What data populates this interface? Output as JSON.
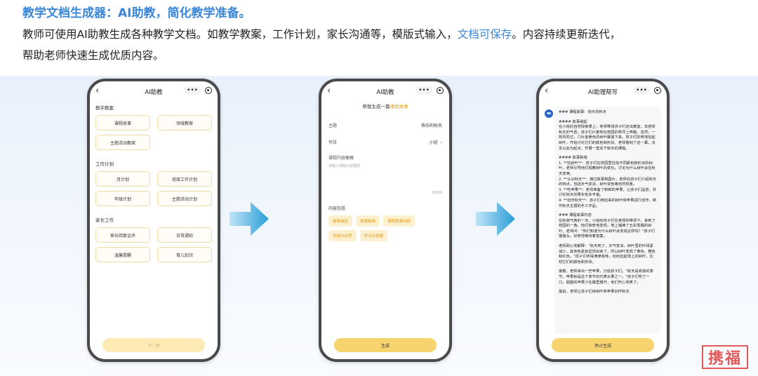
{
  "headline": "教学文档生成器：AI助教，简化教学准备。",
  "description": {
    "part1": "教师可使用AI助教生成各种教学文档。如教学教案，工作计划，家长沟通等，模版式输入，",
    "highlight": "文档可保存",
    "part2": "。内容持续更新迭代，",
    "line2": "帮助老师快速生成优质内容。"
  },
  "colors": {
    "accent_blue": "#3a86d8",
    "accent_orange": "#e39a17",
    "button_yellow": "#f8d46e"
  },
  "phone1": {
    "nav_title": "AI助教",
    "sections": [
      {
        "title": "教学教案",
        "items": [
          "课程故事",
          "领域教案",
          "主题活动教案"
        ]
      },
      {
        "title": "工作计划",
        "items": [
          "月计划",
          "班级工作计划",
          "年级计划",
          "主题活动计划"
        ]
      },
      {
        "title": "家长工作",
        "items": [
          "家长回复话术",
          "日常通知",
          "温馨提醒",
          "育儿知识"
        ]
      }
    ],
    "footer_button": "下一步"
  },
  "phone2": {
    "nav_title": "AI助教",
    "subtitle_prefix": "帮我生成一篇",
    "subtitle_accent": "课程故事",
    "fields": [
      {
        "label": "主题",
        "value": "快乐的秋天"
      },
      {
        "label": "年段",
        "value": "小班"
      }
    ],
    "textarea_label": "课程内容梗概",
    "textarea_placeholder": "请输入课程内容梗概",
    "char_count": "0/100",
    "include_title": "内容包括",
    "chips": [
      "故事缘起",
      "故事脉络",
      "课程故事内容",
      "总结与反思",
      "学习与发展"
    ],
    "generate_button": "生成"
  },
  "phone3": {
    "nav_title": "AI助理帮写",
    "paragraphs": [
      "### 课程故事：快乐的秋天",
      "#### 故事缘起\n在小班的自然探索课上，老师带领孩子们走出教室，去感受秋天的气息。孩子们兴奋地在校园的草坪上奔跑、忽然，一阵风吹过，几片金黄色的树叶飘落下来。孩子们好奇地捡起树叶，开始讨论它们的颜色和形状。老师看到了这一幕，决定以此为起点，开展一堂关于秋天的课程。",
      "#### 故事脉络\n1. **捡树叶**：孩子们在校园里捡拾不同颜色和形状的树叶，老师引导他们观察树叶的变化，讨论为什么树叶会在秋天变黄。\n2. **认识秋天**：通过故事和图片，老师向孩子们介绍秋天的特点，包括天气变凉、树叶变色等自然现象。\n3. **吃苹果**：老师准备了新鲜的苹果，让孩子们品尝，并讨论秋天的果实有多丰富。\n4. **创作秋天**：孩子们用捡来的树叶和苹果进行创作，制作秋天主题的手工作品。",
      "### 课程故事内容\n在秋高气爽的一天，小班的孩子们在老师的带领下，来到了校园的一角。他们惊奇地发现，地上铺满了五彩斑斓的树叶。老师问：\"你们知道为什么树叶会变成这样吗？\"孩子们摇摇头，好奇地等待着答案。",
      "老师耐心地解释：\"秋天到了，天气变凉，树叶里的叶绿素减少，其他色素就显现出来了，所以树叶变成了黄色、橙色和红色。\"孩子们听得津津有味，纷纷捡起地上的树叶，比较它们的颜色和形状。",
      "接着，老师拿出一些苹果，分给孩子们。\"秋天是收获的季节，苹果就是这个季节的代表水果之一。\"孩子们咬了一口，甜甜的苹果汁在嘴里爆开，他们开心地笑了。",
      "最后，老师让孩子们用树叶和苹果创作秋天"
    ],
    "stop_button": "停止生成"
  },
  "watermark": "携福"
}
